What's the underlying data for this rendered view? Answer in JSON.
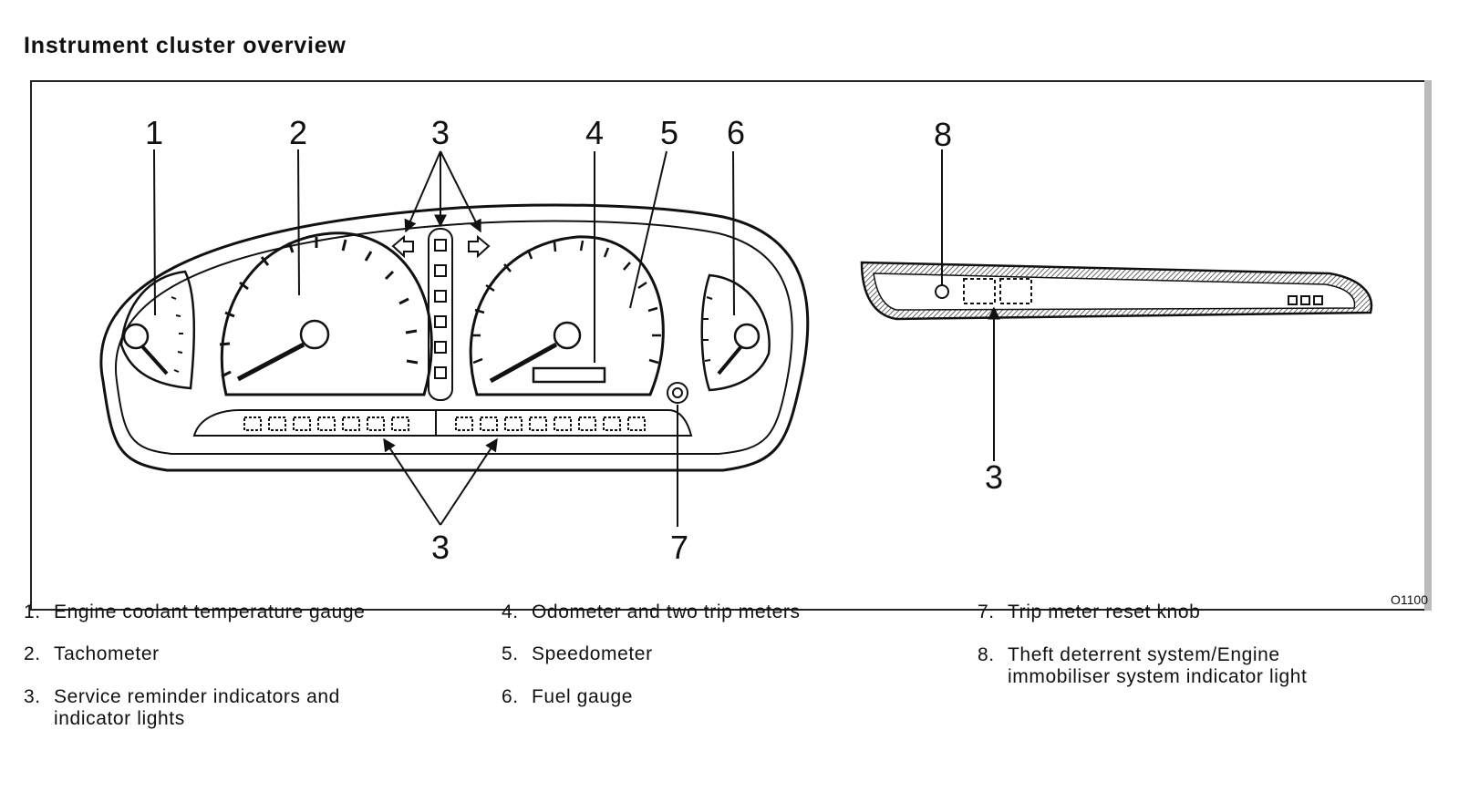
{
  "title": "Instrument cluster overview",
  "figure_code": "O1100",
  "callouts": {
    "c1": "1",
    "c2": "2",
    "c3a": "3",
    "c4": "4",
    "c5": "5",
    "c6": "6",
    "c3b": "3",
    "c7": "7",
    "c8": "8",
    "c3c": "3"
  },
  "legend": [
    {
      "num": "1.",
      "text": "Engine coolant temperature gauge",
      "text2": ""
    },
    {
      "num": "2.",
      "text": "Tachometer",
      "text2": ""
    },
    {
      "num": "3.",
      "text": "Service reminder indicators and",
      "text2": "indicator lights"
    },
    {
      "num": "4.",
      "text": "Odometer and two trip meters",
      "text2": ""
    },
    {
      "num": "5.",
      "text": "Speedometer",
      "text2": ""
    },
    {
      "num": "6.",
      "text": "Fuel gauge",
      "text2": ""
    },
    {
      "num": "7.",
      "text": "Trip meter reset knob",
      "text2": ""
    },
    {
      "num": "8.",
      "text": "Theft deterrent system/Engine",
      "text2": "immobiliser system indicator light"
    }
  ]
}
